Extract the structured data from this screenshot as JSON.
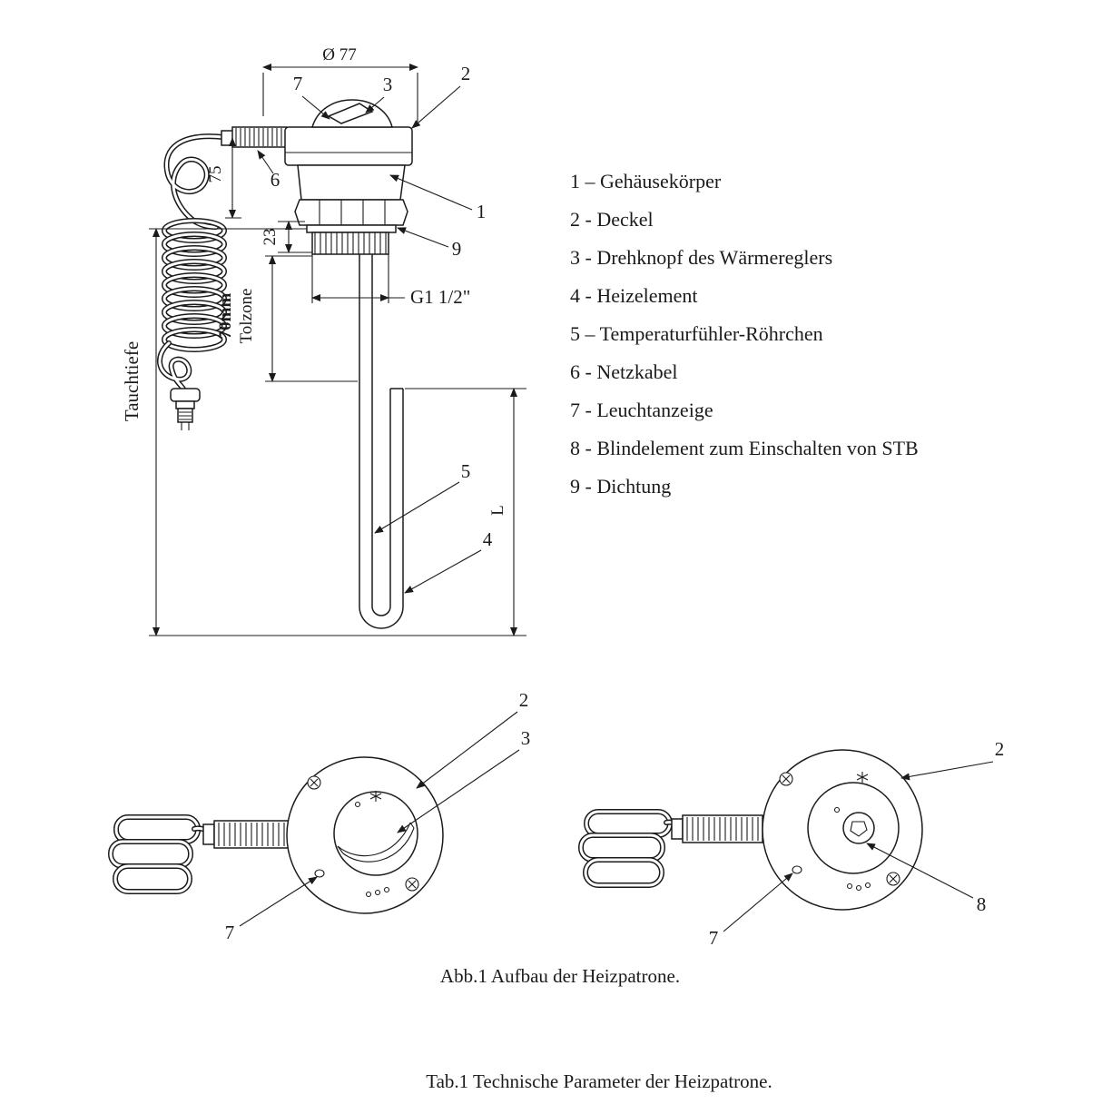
{
  "figure_caption": "Abb.1 Aufbau der Heizpatrone.",
  "table_caption": "Tab.1 Technische Parameter der Heizpatrone.",
  "legend": {
    "items": [
      "1 – Gehäusekörper",
      "2 - Deckel",
      "3 - Drehknopf des Wärmereglers",
      "4 - Heizelement",
      "5 – Temperaturfühler-Röhrchen",
      "6 - Netzkabel",
      "7 - Leuchtanzeige",
      "8 - Blindelement zum Einschalten von STB",
      "9 - Dichtung"
    ]
  },
  "dimensions": {
    "diameter": "Ø 77",
    "cable_offset": "75",
    "collar_height": "23",
    "tolerance_zone_value": "70mm",
    "tolerance_zone_label": "Tolzone",
    "immersion_depth_label": "Tauchtiefe",
    "thread_size": "G1 1/2\"",
    "element_length": "L"
  },
  "callouts": {
    "main": {
      "housing": "1",
      "cover": "2",
      "knob": "3",
      "element": "4",
      "sensor_tube": "5",
      "cable": "6",
      "indicator": "7",
      "seal": "9"
    },
    "left_view": {
      "cover": "2",
      "knob": "3",
      "indicator": "7"
    },
    "right_view": {
      "cover": "2",
      "indicator": "7",
      "blind_element": "8"
    }
  }
}
